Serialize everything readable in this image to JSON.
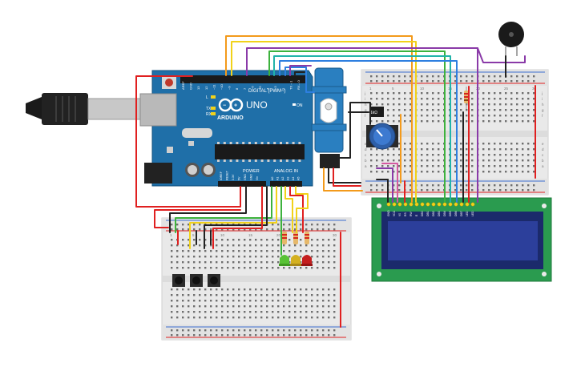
{
  "arduino": {
    "brand": "ARDUINO",
    "model": "UNO",
    "digital_label": "DIGITAL (PWM~)",
    "power_label": "POWER",
    "analog_label": "ANALOG IN",
    "on_label": "ON",
    "l_label": "L",
    "tx_label": "TX",
    "rx_label": "RX",
    "digital_pins": [
      "AREF",
      "GND",
      "13",
      "12",
      "~11",
      "~10",
      "~9",
      "8",
      "7",
      "~6",
      "~5",
      "4",
      "~3",
      "2",
      "TX→1",
      "RX←0"
    ],
    "power_pins": [
      "IOREF",
      "RESET",
      "3.3V",
      "5V",
      "GND",
      "GND",
      "Vin"
    ],
    "analog_pins": [
      "A0",
      "A1",
      "A2",
      "A3",
      "A4",
      "A5"
    ]
  },
  "pot_label": "1kΩ",
  "lcd": {
    "pins": [
      "GND",
      "VCC",
      "V0",
      "RS",
      "RW",
      "E",
      "DB0",
      "DB1",
      "DB2",
      "DB3",
      "DB4",
      "DB5",
      "DB6",
      "DB7",
      "LED",
      "LED"
    ]
  },
  "breadboard_right": {
    "col_numbers": [
      "1",
      "5",
      "10",
      "15",
      "20",
      "25",
      "30"
    ],
    "row_letters_top": [
      "j",
      "i",
      "h",
      "g",
      "f"
    ],
    "row_letters_bottom": [
      "e",
      "d",
      "c",
      "b",
      "a"
    ]
  },
  "breadboard_bottom": {
    "col_numbers": [
      "1",
      "5",
      "10",
      "15",
      "20",
      "25",
      "30"
    ],
    "row_letters_top": [
      "j",
      "i",
      "h",
      "g",
      "f"
    ],
    "row_letters_bottom": [
      "e",
      "d",
      "c",
      "b",
      "a"
    ]
  },
  "colors": {
    "board": "#1f6fa8",
    "lcd_pcb": "#2a9b4f",
    "lcd_screen": "#1b2a6b",
    "wire_red": "#e02020",
    "wire_orange": "#f39a1b",
    "wire_yellow": "#f1d21a",
    "wire_green": "#3db23d",
    "wire_teal": "#22b3a9",
    "wire_blue": "#2e7fe0",
    "wire_purple": "#8a3aa8",
    "wire_pink": "#d45aa0",
    "wire_black": "#222222"
  }
}
